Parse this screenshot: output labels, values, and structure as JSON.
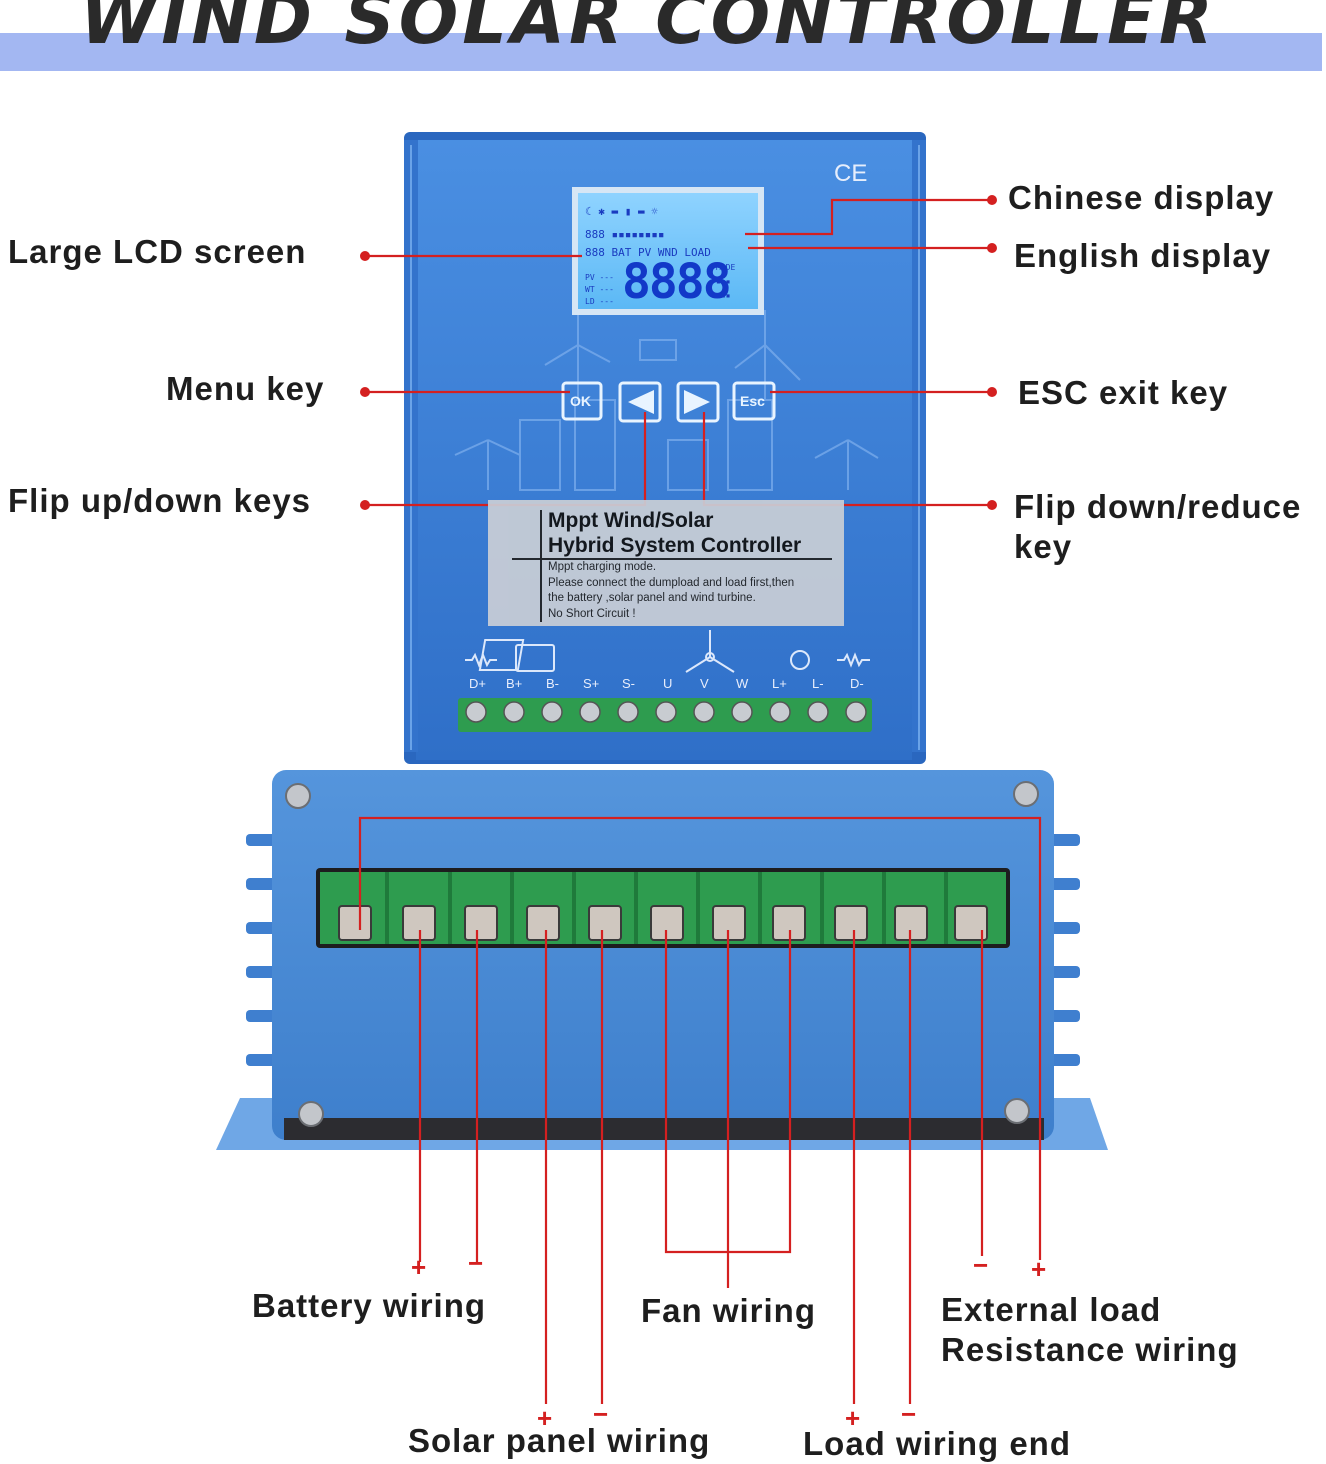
{
  "title": "WIND SOLAR CONTROLLER",
  "callouts": {
    "lcd": "Large LCD screen",
    "menu": "Menu key",
    "flip_updown": "Flip up/down keys",
    "chinese": "Chinese display",
    "english": "English display",
    "esc": "ESC exit key",
    "flip_reduce_1": "Flip down/reduce",
    "flip_reduce_2": "key",
    "battery": "Battery wiring",
    "fan": "Fan wiring",
    "ext_load_1": "External load",
    "ext_load_2": "Resistance wiring",
    "solar": "Solar panel wiring",
    "load_end": "Load wiring end"
  },
  "device": {
    "ce_mark": "CE",
    "lcd_digits": "8888",
    "buttons": [
      "OK",
      "◀",
      "▶",
      "Esc"
    ],
    "label_title_1": "Mppt Wind/Solar",
    "label_title_2": "Hybrid System Controller",
    "label_lines": [
      "Mppt charging mode.",
      "Please connect the dumpload and load first,then",
      "the battery ,solar panel and wind turbine.",
      "No Short Circuit !"
    ],
    "terminals": [
      "D+",
      "B+",
      "B-",
      "S+",
      "S-",
      "U",
      "V",
      "W",
      "L+",
      "L-",
      "D-"
    ]
  },
  "polarity": {
    "battery": [
      "+",
      "−"
    ],
    "solar": [
      "+",
      "−"
    ],
    "load": [
      "+",
      "−"
    ],
    "external": [
      "−",
      "+"
    ]
  },
  "colors": {
    "title_band": "#a3b7f2",
    "housing": "#3d84d6",
    "leader": "#d42020",
    "terminal_block": "#2e9c4f"
  }
}
